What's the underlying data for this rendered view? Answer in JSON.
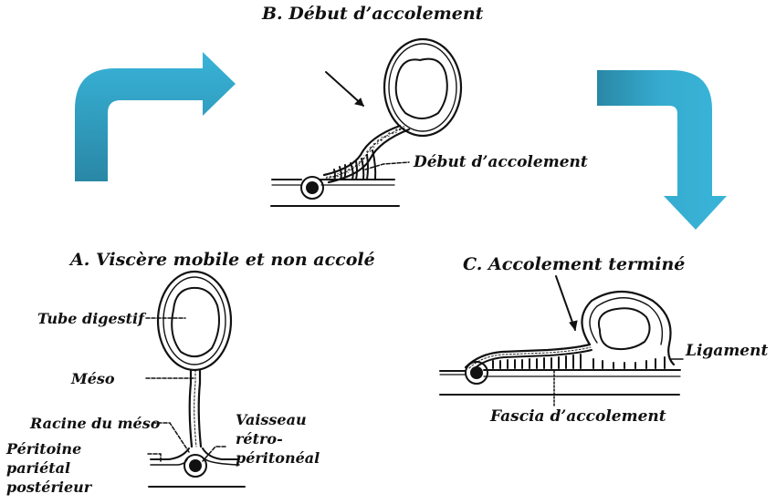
{
  "colors": {
    "arrow_light": "#38b2d6",
    "arrow_dark": "#2a8aa8",
    "ink": "#111111",
    "background": "#ffffff"
  },
  "flow_arrows": [
    {
      "name": "arrow-a-to-b",
      "direction": "up-then-right"
    },
    {
      "name": "arrow-b-to-c",
      "direction": "right-then-down"
    }
  ],
  "panels": {
    "a": {
      "title": "A. Viscère mobile et non accolé",
      "labels": {
        "tube": "Tube digestif",
        "meso": "Méso",
        "racine": "Racine du méso",
        "peritoine_1": "Péritoine",
        "peritoine_2": "pariétal",
        "peritoine_3": "postérieur",
        "vaisseau_1": "Vaisseau",
        "vaisseau_2": "rétro-",
        "vaisseau_3": "péritonéal"
      }
    },
    "b": {
      "title": "B. Début d’accolement",
      "labels": {
        "debut": "Début d’accolement"
      }
    },
    "c": {
      "title": "C. Accolement terminé",
      "labels": {
        "ligament": "Ligament",
        "fascia": "Fascia d’accolement"
      }
    }
  }
}
